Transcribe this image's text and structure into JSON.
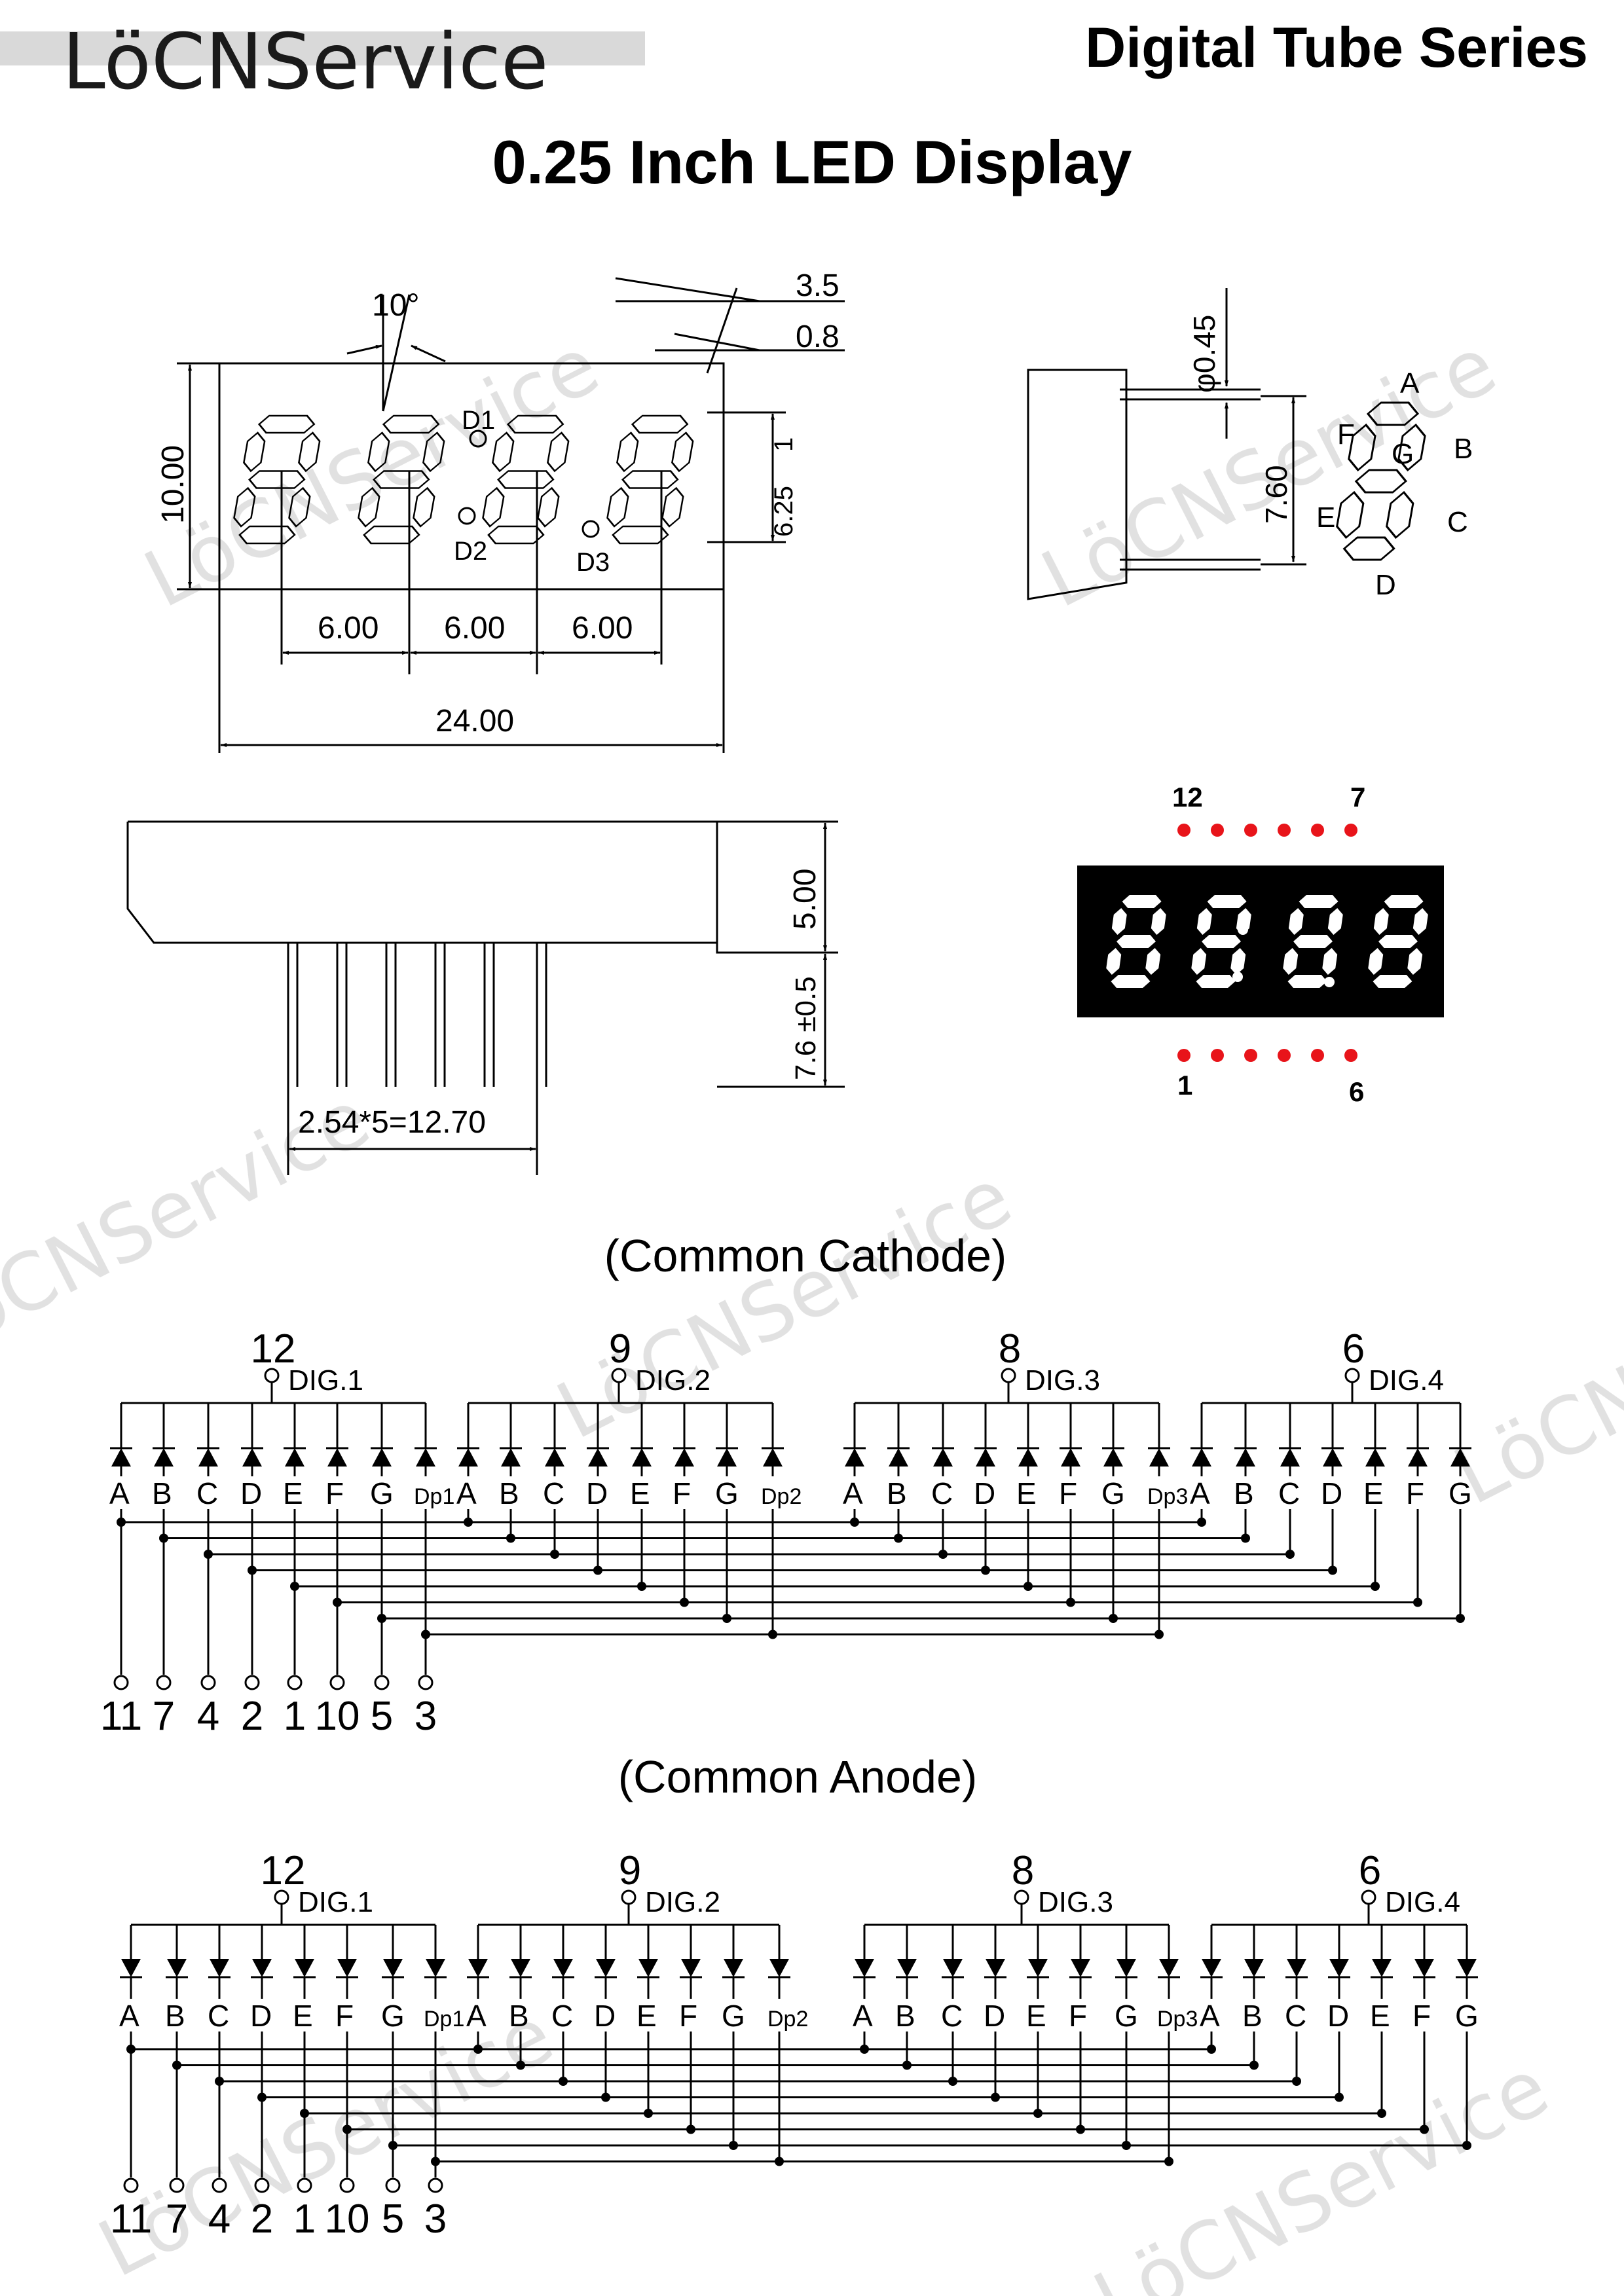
{
  "header": {
    "brand": "LöCNService",
    "series": "Digital Tube Series",
    "title": "0.25 Inch LED Display"
  },
  "watermark": "LöCNService",
  "dimensions": {
    "angle": "10°",
    "d_3_5": "3.5",
    "d_0_8": "0.8",
    "height_10": "10.00",
    "dp1": "D1",
    "dp2": "D2",
    "dp3": "D3",
    "d_6_25": "6.25",
    "d_1": "1",
    "pitch": [
      "6.00",
      "6.00",
      "6.00"
    ],
    "width_24": "24.00",
    "pin_dia": "φ0.45",
    "pin_span": "7.60",
    "depth_5": "5.00",
    "pin_len": "7.6 ±0.5",
    "pin_pitch": "2.54*5=12.70"
  },
  "segments": {
    "A": "A",
    "B": "B",
    "C": "C",
    "D": "D",
    "E": "E",
    "F": "F",
    "G": "G"
  },
  "preview": {
    "pin_top_left": "12",
    "pin_top_right": "7",
    "pin_bot_left": "1",
    "pin_bot_right": "6"
  },
  "cathode": {
    "title": "(Common Cathode)",
    "digits": [
      {
        "pin": "12",
        "label": "DIG.1",
        "segs": [
          "A",
          "B",
          "C",
          "D",
          "E",
          "F",
          "G",
          "Dp1"
        ]
      },
      {
        "pin": "9",
        "label": "DIG.2",
        "segs": [
          "A",
          "B",
          "C",
          "D",
          "E",
          "F",
          "G",
          "Dp2"
        ]
      },
      {
        "pin": "8",
        "label": "DIG.3",
        "segs": [
          "A",
          "B",
          "C",
          "D",
          "E",
          "F",
          "G",
          "Dp3"
        ]
      },
      {
        "pin": "6",
        "label": "DIG.4",
        "segs": [
          "A",
          "B",
          "C",
          "D",
          "E",
          "F",
          "G"
        ]
      }
    ],
    "pins": [
      "11",
      "7",
      "4",
      "2",
      "1",
      "10",
      "5",
      "3"
    ]
  },
  "anode": {
    "title": "(Common Anode)",
    "digits": [
      {
        "pin": "12",
        "label": "DIG.1",
        "segs": [
          "A",
          "B",
          "C",
          "D",
          "E",
          "F",
          "G",
          "Dp1"
        ]
      },
      {
        "pin": "9",
        "label": "DIG.2",
        "segs": [
          "A",
          "B",
          "C",
          "D",
          "E",
          "F",
          "G",
          "Dp2"
        ]
      },
      {
        "pin": "8",
        "label": "DIG.3",
        "segs": [
          "A",
          "B",
          "C",
          "D",
          "E",
          "F",
          "G",
          "Dp3"
        ]
      },
      {
        "pin": "6",
        "label": "DIG.4",
        "segs": [
          "A",
          "B",
          "C",
          "D",
          "E",
          "F",
          "G"
        ]
      }
    ],
    "pins": [
      "11",
      "7",
      "4",
      "2",
      "1",
      "10",
      "5",
      "3"
    ]
  },
  "colors": {
    "ink": "#000000",
    "brand_bar": "#d9d9d9",
    "led_red": "#e8141a",
    "watermark": "#c8c8c8"
  }
}
